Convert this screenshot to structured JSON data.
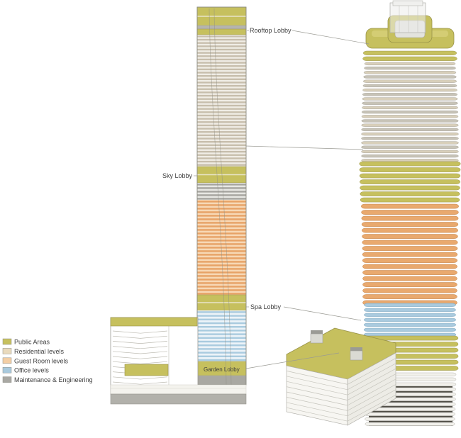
{
  "legend": {
    "items": [
      {
        "id": "public",
        "label": "Public Areas",
        "color": "#c6c05e"
      },
      {
        "id": "residential",
        "label": "Residential levels",
        "color": "#e9dabd"
      },
      {
        "id": "guest",
        "label": "Guest Room levels",
        "color": "#f4cfa5"
      },
      {
        "id": "office",
        "label": "Office levels",
        "color": "#a9cade"
      },
      {
        "id": "maintenance",
        "label": "Maintenance & Engineering",
        "color": "#a9a8a3"
      }
    ]
  },
  "callouts": {
    "rooftop": {
      "label": "Rooftop Lobby"
    },
    "sky": {
      "label": "Sky Lobby"
    },
    "spa": {
      "label": "Spa Lobby"
    },
    "garden": {
      "label": "Garden Lobby"
    }
  },
  "elevation": {
    "bands": [
      {
        "use": "public",
        "pattern": "solid",
        "h": 26
      },
      {
        "use": "maintenance",
        "pattern": "solid",
        "h": 5,
        "color": "#b5b4ae"
      },
      {
        "use": "public",
        "pattern": "solid",
        "h": 8
      },
      {
        "use": "residential",
        "pattern": "stripes",
        "h": 186,
        "stripe": "#c7beac",
        "bg": "#f0ede6",
        "pitch": 4.65
      },
      {
        "use": "public",
        "pattern": "solid",
        "h": 23
      },
      {
        "use": "maintenance",
        "pattern": "stripes",
        "h": 24,
        "stripe": "#a6a5a0",
        "bg": "#e7e7e3",
        "pitch": 5
      },
      {
        "use": "guest",
        "pattern": "stripes",
        "h": 134,
        "stripe": "#e7a266",
        "bg": "#f7d8b5",
        "pitch": 5
      },
      {
        "use": "public",
        "pattern": "solid",
        "h": 22
      },
      {
        "use": "office",
        "pattern": "stripes",
        "h": 72,
        "stripe": "#a9cbdf",
        "bg": "#ecf3f8",
        "pitch": 5.2
      },
      {
        "use": "public",
        "pattern": "solid",
        "h": 20
      },
      {
        "use": "maintenance",
        "pattern": "solid",
        "h": 13,
        "color": "#a9a8a2"
      }
    ]
  },
  "axon": {
    "bands": [
      {
        "use": "public",
        "h": 16,
        "pitch": 8
      },
      {
        "use": "residential",
        "h": 140,
        "pitch": 6.2,
        "alt": [
          "#d8cfba",
          "#c7c3b7"
        ]
      },
      {
        "use": "public",
        "h": 60,
        "pitch": 8.5
      },
      {
        "use": "guest",
        "h": 140,
        "pitch": 8.5,
        "fill": "#e9a96e"
      },
      {
        "use": "office",
        "h": 46,
        "pitch": 7
      },
      {
        "use": "public",
        "h": 52,
        "pitch": 8.5
      },
      {
        "use": "maintenance",
        "h": 76,
        "pitch": 7,
        "fill": "#f2f1ec",
        "backdrop": "#514f47"
      }
    ]
  }
}
